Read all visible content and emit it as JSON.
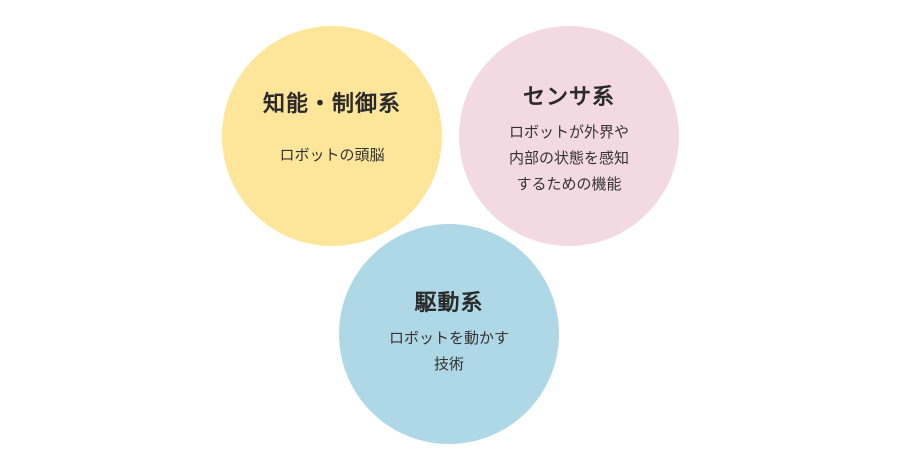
{
  "diagram": {
    "circles": [
      {
        "title": "知能・制御系",
        "description": "ロボットの頭脳",
        "color": "#fde59a"
      },
      {
        "title": "センサ系",
        "description": "ロボットが外界や\n内部の状態を感知\nするための機能",
        "color": "#f3d9e1"
      },
      {
        "title": "駆動系",
        "description": "ロボットを動かす\n技術",
        "color": "#afd8e6"
      }
    ]
  }
}
